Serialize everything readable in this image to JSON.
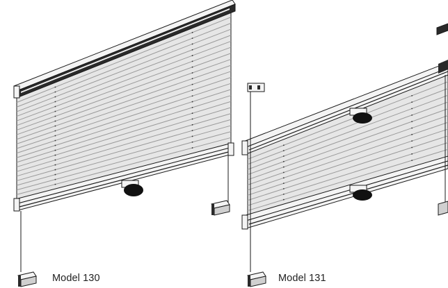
{
  "captions": {
    "model_130": "Model 130",
    "model_131": "Model 131"
  },
  "colors": {
    "line": "#1a1a1a",
    "fabric": "#e6e6e6",
    "fabric_fold": "#bdbdbd",
    "rail_light": "#f4f4f4",
    "rail_dark": "#2a2a2a",
    "handle": "#111111"
  },
  "illustrations": [
    {
      "model": "Model 130",
      "type": "pleated-blind-top-down"
    },
    {
      "model": "Model 131",
      "type": "pleated-blind-top-down-bottom-up"
    }
  ]
}
